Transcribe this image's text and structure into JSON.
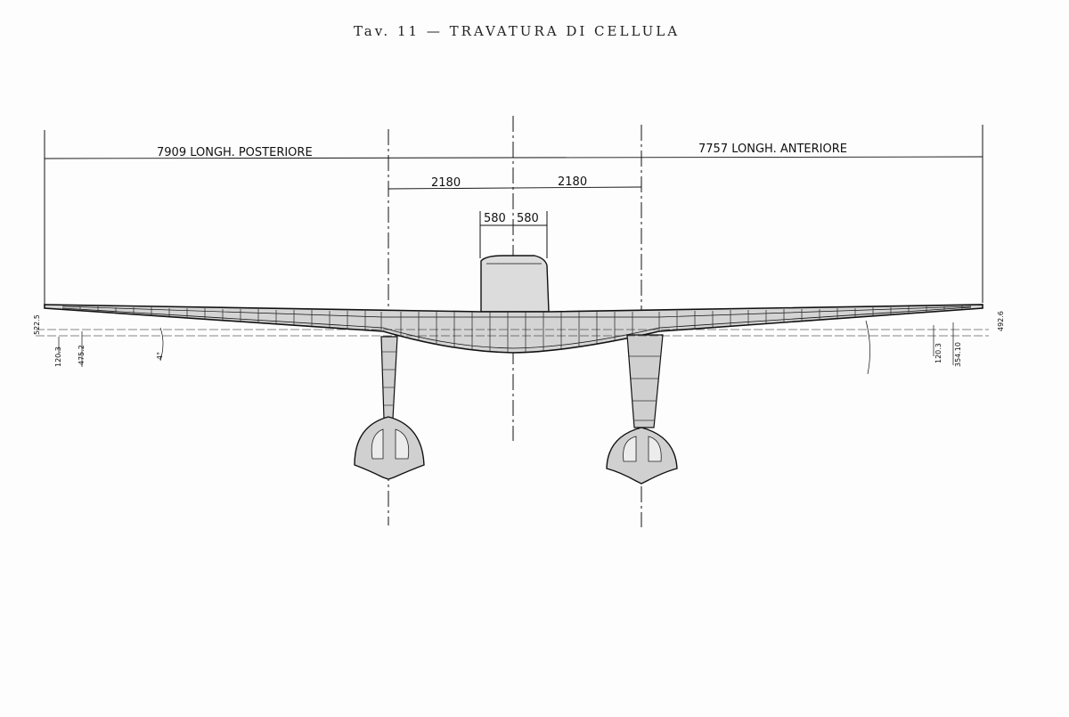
{
  "title": "Tav. 11 — TRAVATURA DI CELLULA",
  "dimensions": {
    "rear_spar": "7909 LONGH. POSTERIORE",
    "front_spar": "7757 LONGH. ANTERIORE",
    "left_half": "2180",
    "right_half": "2180",
    "left_hull": "580",
    "right_hull": "580",
    "left_height": "522.5",
    "left_a": "120.3",
    "left_b": "475.2",
    "left_angle": "4°",
    "right_height": "492.6",
    "right_a": "120.3",
    "right_b": "354.10"
  }
}
